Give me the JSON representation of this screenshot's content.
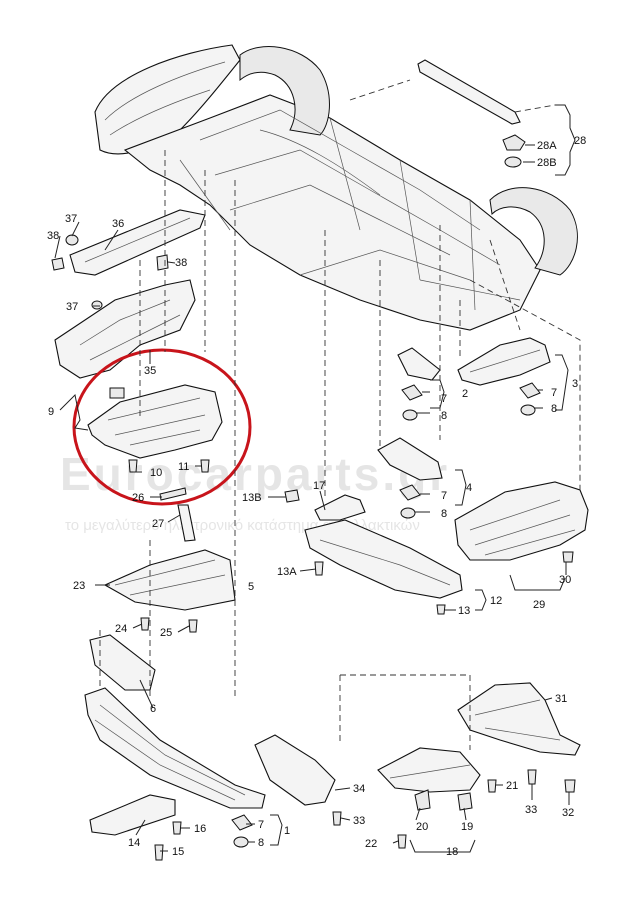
{
  "watermark": {
    "line1": "Eurocarparts.gr",
    "line2": "το μεγαλύτερο ηλεκτρονικό κατάστημα ανταλλακτικών"
  },
  "highlight_color": "#c8141b",
  "labels": {
    "l1": "1",
    "l2": "2",
    "l3": "3",
    "l4": "4",
    "l5": "5",
    "l6": "6",
    "l7a": "7",
    "l7b": "7",
    "l7c": "7",
    "l7d": "7",
    "l8a": "8",
    "l8b": "8",
    "l8c": "8",
    "l8d": "8",
    "l9": "9",
    "l10": "10",
    "l11": "11",
    "l12": "12",
    "l13": "13",
    "l13a": "13A",
    "l13b": "13B",
    "l14": "14",
    "l15": "15",
    "l16": "16",
    "l17": "17",
    "l18": "18",
    "l19": "19",
    "l20": "20",
    "l21": "21",
    "l22": "22",
    "l23": "23",
    "l24": "24",
    "l25": "25",
    "l26": "26",
    "l27": "27",
    "l28": "28",
    "l28a": "28A",
    "l28b": "28B",
    "l29": "29",
    "l30": "30",
    "l31": "31",
    "l32": "32",
    "l33a": "33",
    "l33b": "33",
    "l34": "34",
    "l35": "35",
    "l36": "36",
    "l37a": "37",
    "l37b": "37",
    "l38a": "38",
    "l38b": "38"
  }
}
